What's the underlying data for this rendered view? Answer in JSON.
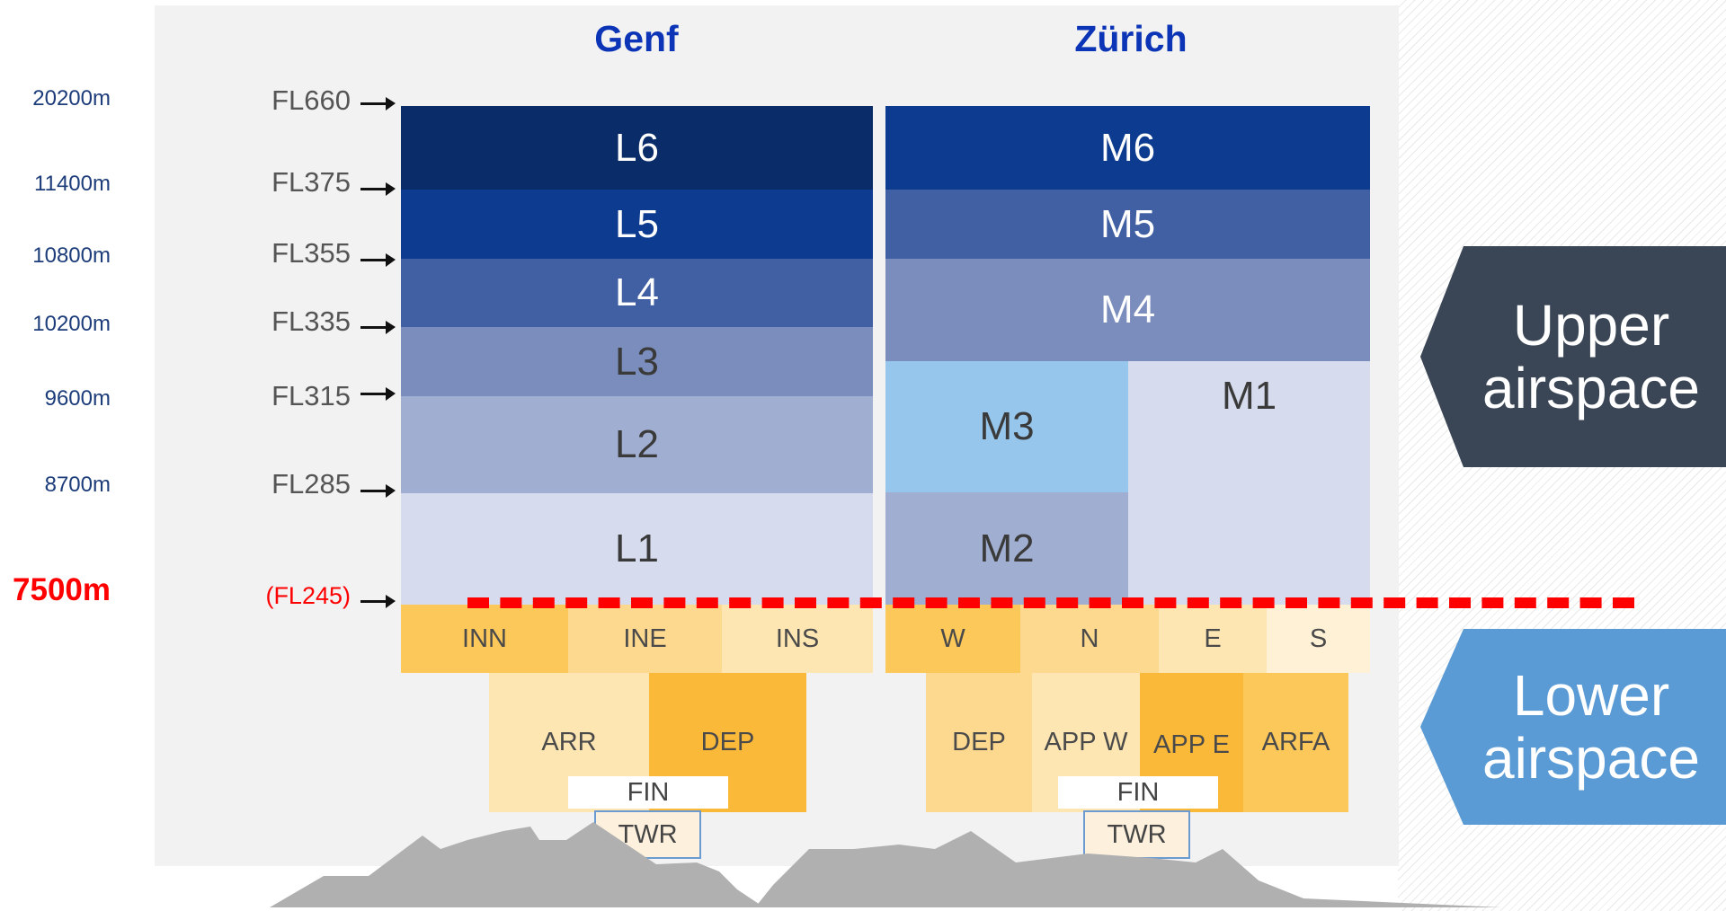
{
  "cities": {
    "left": "Genf",
    "right": "Zürich"
  },
  "altitudes": [
    {
      "meters": "20200m",
      "fl": "FL660"
    },
    {
      "meters": "11400m",
      "fl": "FL375"
    },
    {
      "meters": "10800m",
      "fl": "FL355"
    },
    {
      "meters": "10200m",
      "fl": "FL335"
    },
    {
      "meters": "9600m",
      "fl": "FL315"
    },
    {
      "meters": "8700m",
      "fl": "FL285"
    },
    {
      "meters": "7500m",
      "fl": "(FL245)"
    }
  ],
  "genf_upper": [
    "L6",
    "L5",
    "L4",
    "L3",
    "L2",
    "L1"
  ],
  "zurich_upper": [
    "M6",
    "M5",
    "M4",
    "M3",
    "M1",
    "M2"
  ],
  "genf_lower": {
    "sectors": [
      "INN",
      "INE",
      "INS"
    ],
    "approach": [
      "ARR",
      "DEP"
    ],
    "fin": "FIN",
    "twr": "TWR"
  },
  "zurich_lower": {
    "sectors": [
      "W",
      "N",
      "E",
      "S"
    ],
    "approach": [
      "DEP",
      "APP W",
      "APP E",
      "ARFA"
    ],
    "fin": "FIN",
    "twr": "TWR"
  },
  "labels": {
    "upper": "Upper airspace",
    "lower": "Lower airspace"
  },
  "colors": {
    "navy": "#0a2d6a",
    "blue1": "#0d3b8f",
    "blue2": "#4160a4",
    "blue3": "#7b8dbd",
    "blue4": "#a0aed2",
    "blue5": "#d6dced",
    "sky": "#96c6ec",
    "upper_tag": "#3a4656",
    "lower_tag": "#5b9bd5",
    "red": "#ff0000"
  }
}
